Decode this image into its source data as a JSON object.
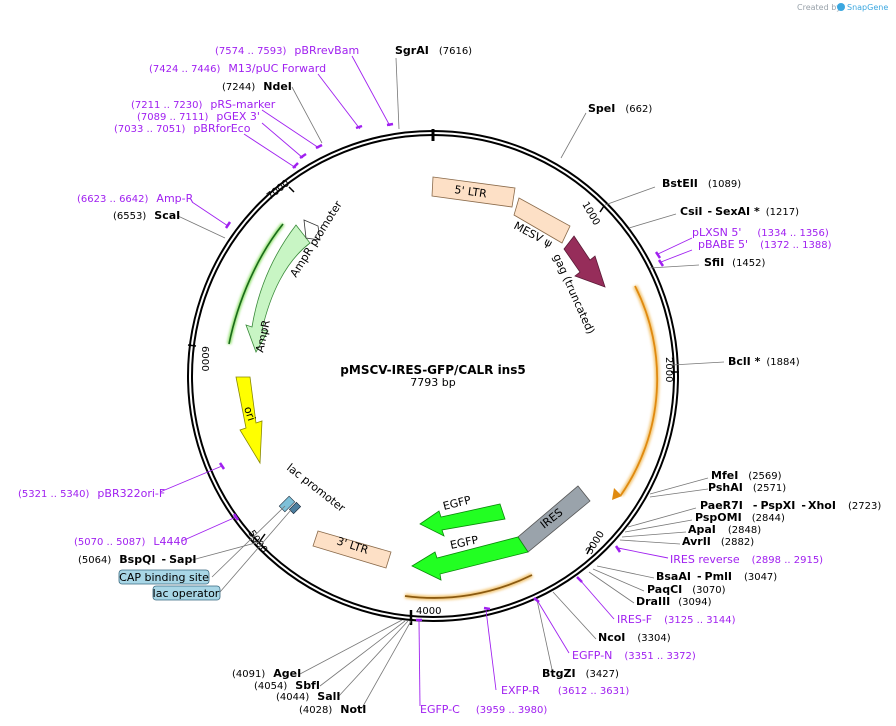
{
  "credit": {
    "text": "Created by",
    "brand": "SnapGene"
  },
  "title": "pMSCV-IRES-GFP/CALR ins5",
  "size": "7793 bp",
  "colors": {
    "primer": "#a020f0",
    "feature_ltr": "#fde0c6",
    "gag": "#962d5a",
    "amp": "#c8f5c4",
    "ori": "#ffff00",
    "egfp": "#22ff22",
    "ires": "#9aa3ab",
    "orange_arc": "#f3a53a",
    "misc_box": "#a8d6e6"
  },
  "ticks": [
    "1000",
    "2000",
    "3000",
    "4000",
    "5000",
    "6000",
    "7000"
  ],
  "sites": [
    {
      "name": "SgrAI",
      "coord": "(7616)"
    },
    {
      "name": "SpeI",
      "coord": "(662)"
    },
    {
      "name": "BstEII",
      "coord": "(1089)"
    },
    {
      "name": "CsiI",
      "sep": "-",
      "name2": "SexAI *",
      "coord": "(1217)"
    },
    {
      "name": "SfiI",
      "coord": "(1452)"
    },
    {
      "name": "BclI *",
      "coord": "(1884)"
    },
    {
      "name": "MfeI",
      "coord": "(2569)"
    },
    {
      "name": "PshAI",
      "coord": "(2571)"
    },
    {
      "name": "PaeR7I",
      "sep": "-",
      "name2": "PspXI",
      "sep2": "-",
      "name3": "XhoI",
      "coord": "(2723)"
    },
    {
      "name": "PspOMI",
      "coord": "(2844)"
    },
    {
      "name": "ApaI",
      "coord": "(2848)"
    },
    {
      "name": "AvrII",
      "coord": "(2882)"
    },
    {
      "name": "BsaAI",
      "sep": "-",
      "name2": "PmlI",
      "coord": "(3047)"
    },
    {
      "name": "PaqCI",
      "coord": "(3070)"
    },
    {
      "name": "DraIII",
      "coord": "(3094)"
    },
    {
      "name": "NcoI",
      "coord": "(3304)"
    },
    {
      "name": "BtgZI",
      "coord": "(3427)"
    },
    {
      "name": "NotI",
      "coord": "(4028)"
    },
    {
      "name": "SalI",
      "coord": "(4044)"
    },
    {
      "name": "SbfI",
      "coord": "(4054)"
    },
    {
      "name": "AgeI",
      "coord": "(4091)"
    },
    {
      "name": "BspQI",
      "sep": "-",
      "name2": "SapI",
      "coord": "(5064)"
    },
    {
      "name": "ScaI",
      "coord": "(6553)"
    },
    {
      "name": "NdeI",
      "coord": "(7244)"
    }
  ],
  "primers": [
    {
      "name": "pBRrevBam",
      "coord": "(7574 .. 7593)"
    },
    {
      "name": "M13/pUC Forward",
      "coord": "(7424 .. 7446)"
    },
    {
      "name": "pRS-marker",
      "coord": "(7211 .. 7230)"
    },
    {
      "name": "pGEX 3'",
      "coord": "(7089 .. 7111)"
    },
    {
      "name": "pBRforEco",
      "coord": "(7033 .. 7051)"
    },
    {
      "name": "Amp-R",
      "coord": "(6623 .. 6642)"
    },
    {
      "name": "pLXSN 5'",
      "coord": "(1334 .. 1356)"
    },
    {
      "name": "pBABE 5'",
      "coord": "(1372 .. 1388)"
    },
    {
      "name": "IRES reverse",
      "coord": "(2898 .. 2915)"
    },
    {
      "name": "IRES-F",
      "coord": "(3125 .. 3144)"
    },
    {
      "name": "EGFP-N",
      "coord": "(3351 .. 3372)"
    },
    {
      "name": "EXFP-R",
      "coord": "(3612 .. 3631)"
    },
    {
      "name": "EGFP-C",
      "coord": "(3959 .. 3980)"
    },
    {
      "name": "pBR322ori-F",
      "coord": "(5321 .. 5340)"
    },
    {
      "name": "L4440",
      "coord": "(5070 .. 5087)"
    }
  ],
  "features": {
    "ltr5": "5' LTR",
    "mesv": "MESV ψ",
    "gag": "gag (truncated)",
    "amp_promoter": "AmpR promoter",
    "ampr": "AmpR",
    "ori": "ori",
    "lac_promoter": "lac promoter",
    "ltr3": "3' LTR",
    "egfp_a": "EGFP",
    "egfp_b": "EGFP",
    "ires": "IRES"
  },
  "boxes": {
    "cap": "CAP binding site",
    "lacop": "lac operator"
  }
}
